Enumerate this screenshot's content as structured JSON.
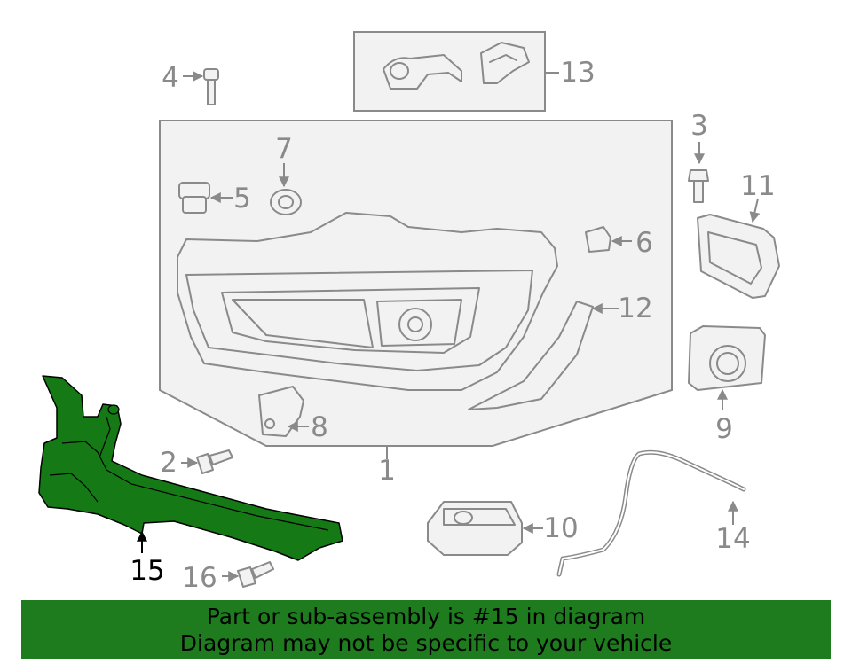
{
  "callouts": {
    "c1": "1",
    "c2": "2",
    "c3": "3",
    "c4": "4",
    "c5": "5",
    "c6": "6",
    "c7": "7",
    "c8": "8",
    "c9": "9",
    "c10": "10",
    "c11": "11",
    "c12": "12",
    "c13": "13",
    "c14": "14",
    "c15": "15",
    "c16": "16"
  },
  "highlight": {
    "part_number": "15",
    "color": "#1e7b1e"
  },
  "banner": {
    "line1": "Part or sub-assembly is #15 in diagram",
    "line2": "Diagram may not be specific to your vehicle"
  }
}
